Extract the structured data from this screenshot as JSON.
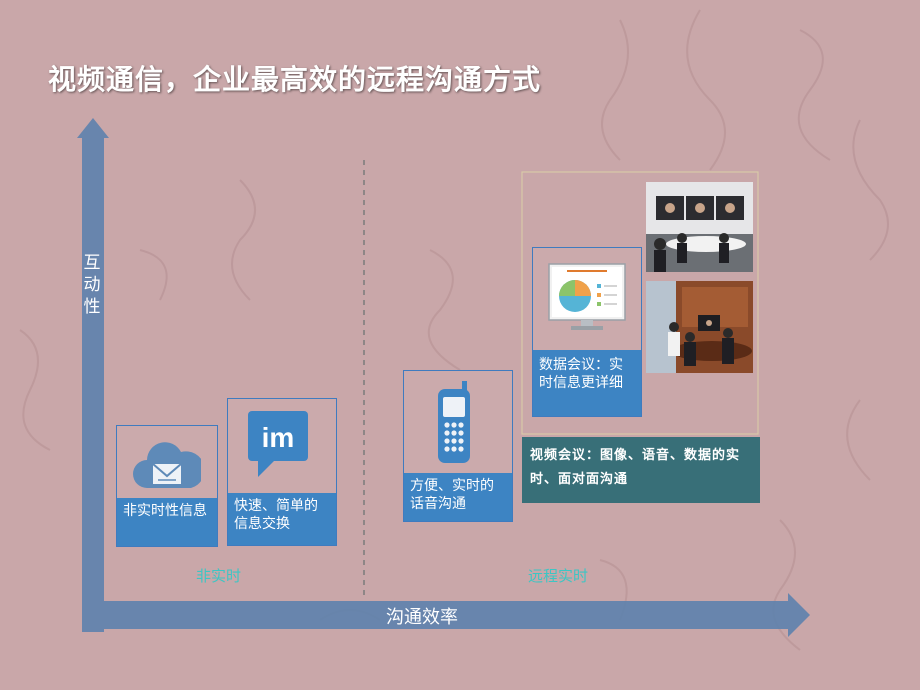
{
  "slide": {
    "title": "视频通信，企业最高效的远程沟通方式",
    "background_color": "#c9a7a9"
  },
  "axes": {
    "y_label_lines": [
      "互",
      "动",
      "性"
    ],
    "x_label": "沟通效率"
  },
  "categories": {
    "non_realtime": "非实时",
    "remote_realtime": "远程实时"
  },
  "cards": {
    "email": {
      "label": "非实时性信息",
      "icon": "cloud-mail-icon"
    },
    "im": {
      "label": "快速、简单的信息交换",
      "icon_text": "im",
      "icon": "chat-bubble-icon"
    },
    "phone": {
      "label": "方便、实时的话音沟通",
      "icon": "mobile-phone-icon"
    },
    "data_conf": {
      "label": "数据会议：实时信息更详细",
      "icon": "monitor-pie-chart-icon"
    }
  },
  "video_note": "视频会议：图像、语音、数据的实时、面对面沟通",
  "colors": {
    "card_blue": "#3d84c3",
    "axis": "#5d82ad",
    "teal": "#3cc6c4",
    "note_bg": "#386f78"
  }
}
